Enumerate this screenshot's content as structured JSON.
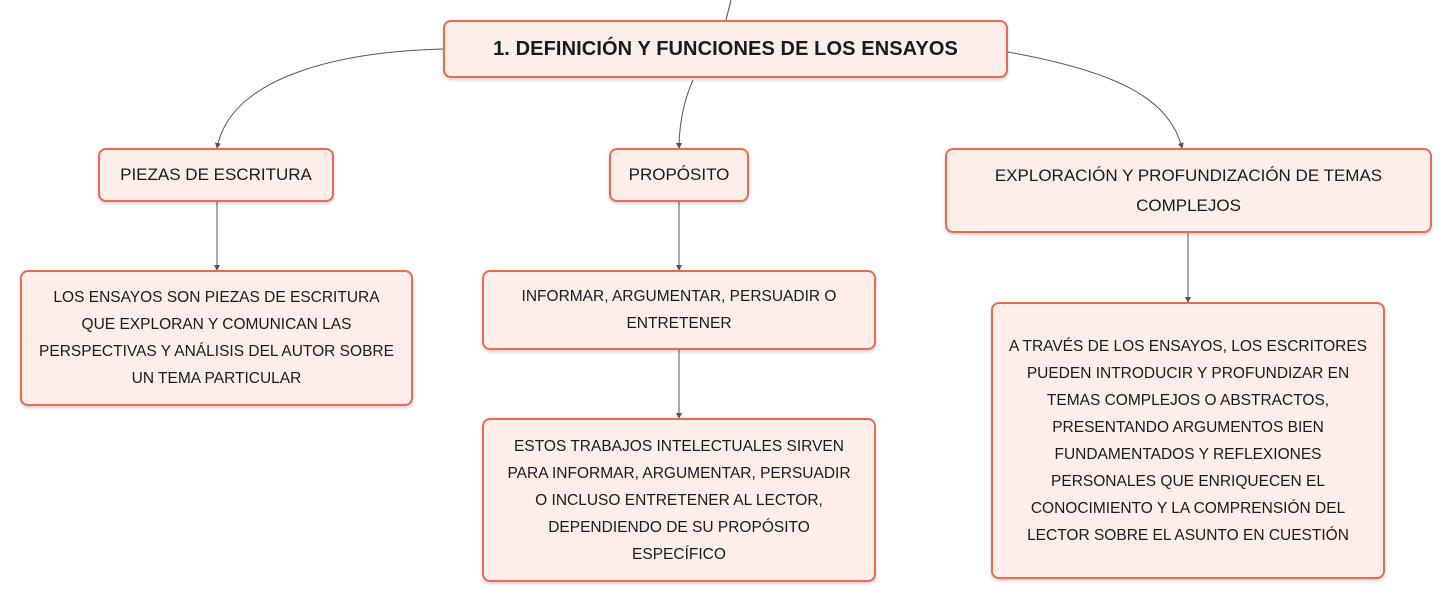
{
  "root": {
    "label": "1. DEFINICIÓN Y FUNCIONES DE LOS ENSAYOS"
  },
  "branches": [
    {
      "label": "PIEZAS DE ESCRITURA",
      "children": [
        {
          "lines": [
            "LOS ENSAYOS SON PIEZAS DE ESCRITURA",
            "QUE EXPLORAN Y COMUNICAN LAS",
            "PERSPECTIVAS Y ANÁLISIS DEL AUTOR SOBRE",
            "UN TEMA PARTICULAR"
          ]
        }
      ]
    },
    {
      "label": "PROPÓSITO",
      "children": [
        {
          "lines": [
            "INFORMAR, ARGUMENTAR, PERSUADIR O",
            "ENTRETENER"
          ]
        },
        {
          "lines": [
            "ESTOS TRABAJOS INTELECTUALES SIRVEN",
            "PARA INFORMAR, ARGUMENTAR, PERSUADIR",
            "O INCLUSO ENTRETENER AL LECTOR,",
            "DEPENDIENDO DE SU PROPÓSITO",
            "ESPECÍFICO"
          ]
        }
      ]
    },
    {
      "lines": [
        "EXPLORACIÓN Y PROFUNDIZACIÓN DE TEMAS",
        "COMPLEJOS"
      ],
      "children": [
        {
          "lines": [
            "A TRAVÉS DE LOS ENSAYOS, LOS ESCRITORES",
            "PUEDEN INTRODUCIR Y PROFUNDIZAR EN",
            "TEMAS COMPLEJOS O ABSTRACTOS,",
            "PRESENTANDO ARGUMENTOS BIEN",
            "FUNDAMENTADOS Y REFLEXIONES",
            "PERSONALES QUE ENRIQUECEN EL",
            "CONOCIMIENTO Y LA COMPRENSIÓN DEL",
            "LECTOR SOBRE EL ASUNTO EN CUESTIÓN"
          ]
        }
      ]
    }
  ],
  "colors": {
    "node_border": "#ec6a52",
    "node_fill": "#fdeee9",
    "connector": "#555555",
    "text": "#1a1a1a"
  }
}
